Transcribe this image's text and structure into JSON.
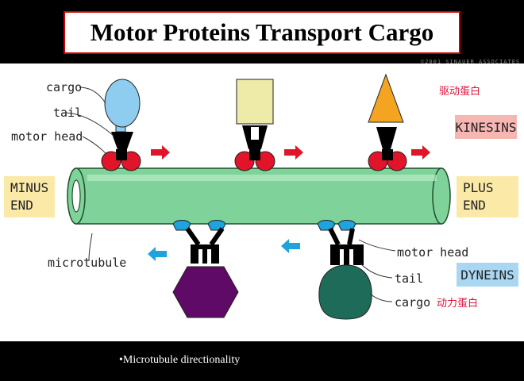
{
  "title": "Motor Proteins Transport Cargo",
  "top_labels": {
    "cargo": "cargo",
    "tail": "tail",
    "motor_head": "motor head"
  },
  "bottom_labels": {
    "motor_head": "motor head",
    "tail": "tail",
    "cargo": "cargo"
  },
  "microtubule_label": "microtubule",
  "minus_end": [
    "MINUS",
    "END"
  ],
  "plus_end": [
    "PLUS",
    "END"
  ],
  "kinesins": {
    "label": "KINESINS",
    "chinese": "驱动蛋白",
    "color": "#f6b6b2"
  },
  "dyneins": {
    "label": "DYNEINS",
    "chinese": "动力蛋白",
    "color": "#a9d7f2"
  },
  "footer_text": "•Microtubule directionality",
  "colors": {
    "microtubule": "#7fd39a",
    "kinesin_head": "#e2142a",
    "dynein_head": "#1fa3dd",
    "arrow_red": "#e2142a",
    "arrow_blue": "#1fa3dd",
    "cargo_blue": "#8fcdf0",
    "cargo_cream": "#eeeaa8",
    "cargo_orange": "#f5a422",
    "cargo_purple": "#5e0a66",
    "cargo_teal": "#1d6b58"
  }
}
